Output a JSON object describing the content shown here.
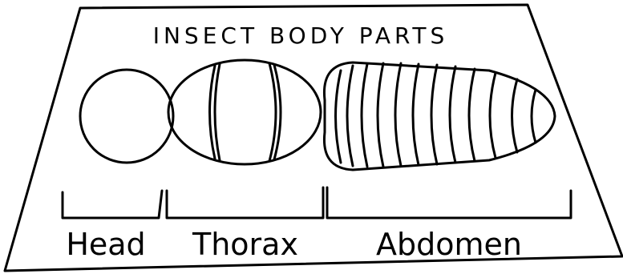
{
  "diagram": {
    "title": "INSECT BODY PARTS",
    "parts": {
      "head": "Head",
      "thorax": "Thorax",
      "abdomen": "Abdomen"
    },
    "colors": {
      "ink": "#000000",
      "paper": "#ffffff"
    }
  }
}
